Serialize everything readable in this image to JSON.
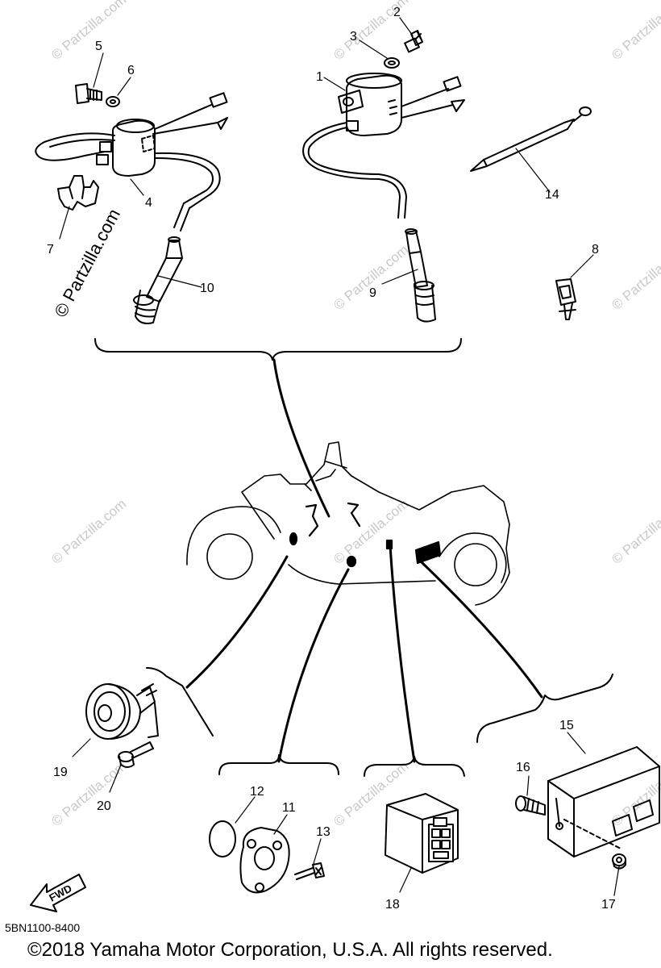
{
  "callouts": [
    "1",
    "2",
    "3",
    "4",
    "5",
    "6",
    "7",
    "8",
    "9",
    "10",
    "11",
    "12",
    "13",
    "14",
    "15",
    "16",
    "17",
    "18",
    "19",
    "20"
  ],
  "watermark": "© Partzilla.com",
  "fwd_label": "FWD",
  "diagram_code": "5BN1100-8400",
  "copyright": "©2018 Yamaha Motor Corporation, U.S.A. All rights reserved."
}
